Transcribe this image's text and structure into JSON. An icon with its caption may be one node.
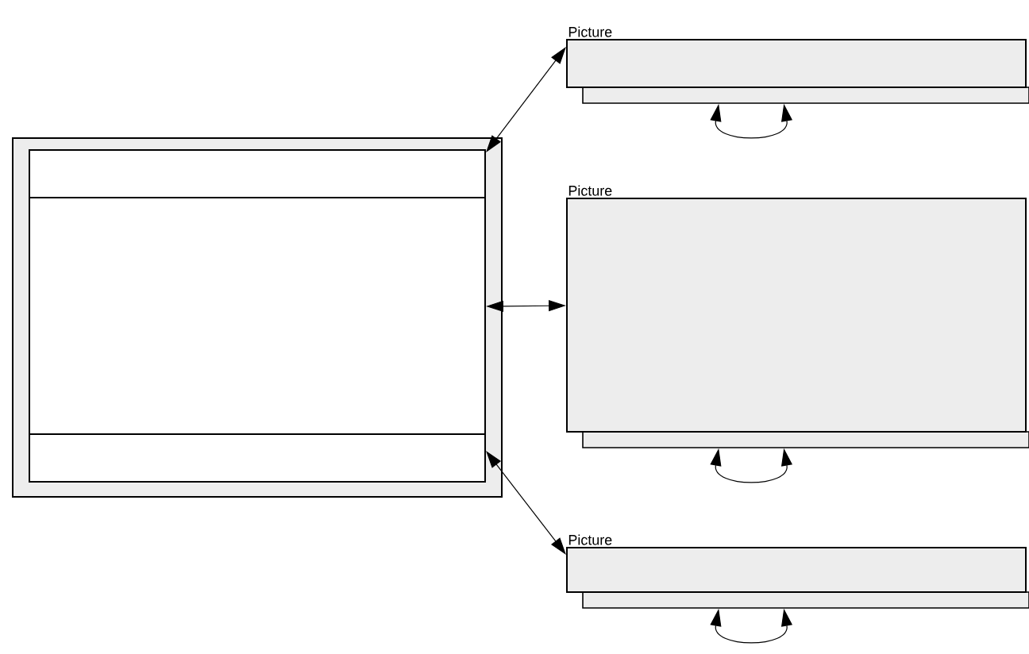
{
  "diagram": {
    "nodes": [
      {
        "text": [],
        "shape": "box"
      },
      {
        "text": [],
        "shape": "box",
        "in": 0
      },
      {
        "text": [],
        "shape": "box",
        "in": 0
      },
      {
        "text": [],
        "shape": "box",
        "in": 0
      },
      {
        "text": [
          "Picture"
        ]
      },
      {
        "text": [],
        "shape": "bar"
      },
      {
        "text": [
          "Picture"
        ]
      },
      {
        "text": [],
        "shape": "bar"
      },
      {
        "text": [
          "Picture"
        ]
      },
      {
        "text": [],
        "shape": "bar"
      }
    ],
    "edges": [
      {
        "from": 1,
        "to": 4,
        "arrow": "both"
      },
      {
        "from": 2,
        "to": 6,
        "arrow": "both"
      },
      {
        "from": 3,
        "to": 8,
        "arrow": "both"
      },
      {
        "from": 5,
        "to": 5,
        "arrow": "both"
      },
      {
        "from": 7,
        "to": 7,
        "arrow": "both"
      },
      {
        "from": 9,
        "to": 9,
        "arrow": "both"
      }
    ]
  }
}
